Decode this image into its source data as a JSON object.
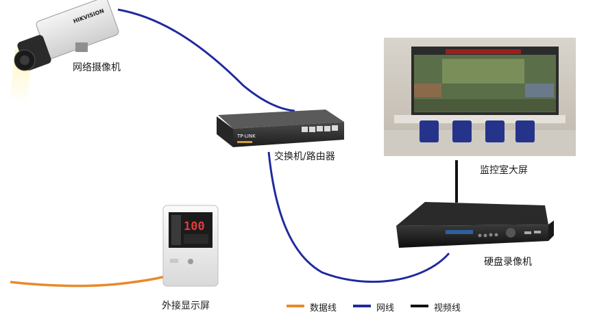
{
  "nodes": {
    "camera": {
      "label": "网络摄像机",
      "brand": "HIKVISION"
    },
    "switch": {
      "label": "交换机/路由器",
      "brand": "TP-LINK"
    },
    "monitor_room": {
      "label": "监控室大屏"
    },
    "dvr": {
      "label": "硬盘录像机"
    },
    "display": {
      "label": "外接显示屏",
      "reading": "100"
    }
  },
  "legend": [
    {
      "label": "数据线",
      "color": "#e8892b"
    },
    {
      "label": "网线",
      "color": "#1f2a9e"
    },
    {
      "label": "视频线",
      "color": "#111111"
    }
  ],
  "colors": {
    "data_line": "#e8892b",
    "network_line": "#1f2a9e",
    "video_line": "#111111"
  }
}
